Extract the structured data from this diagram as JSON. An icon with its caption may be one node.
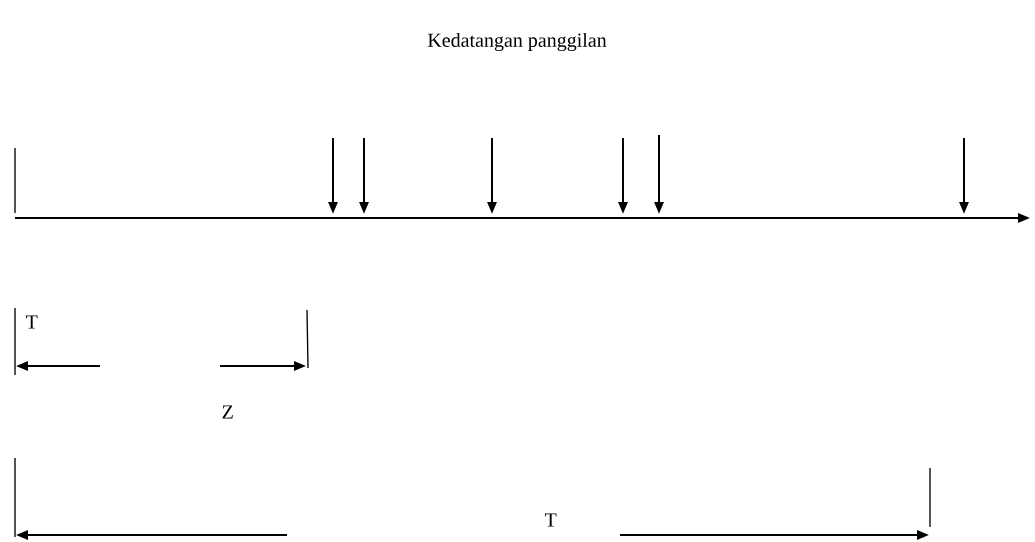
{
  "diagram": {
    "title": "Kedatangan panggilan",
    "labels": [
      "T",
      "Z",
      "T"
    ]
  }
}
